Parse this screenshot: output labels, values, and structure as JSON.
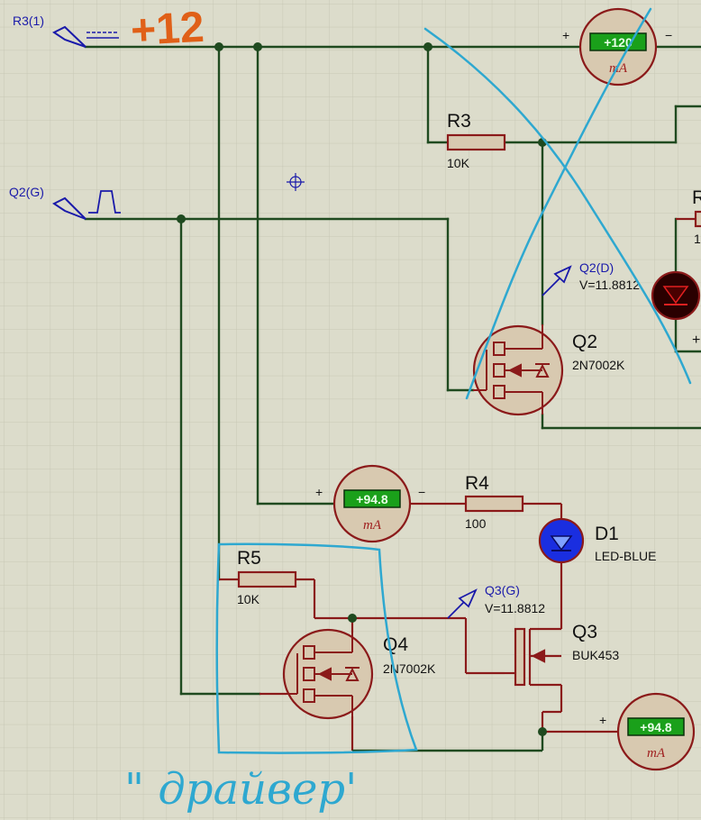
{
  "terminals": {
    "r3": "R3(1)",
    "q2": "Q2(G)"
  },
  "resistors": {
    "r3": {
      "name": "R3",
      "value": "10K"
    },
    "r4": {
      "name": "R4",
      "value": "100"
    },
    "r5": {
      "name": "R5",
      "value": "10K"
    },
    "r_partial": {
      "name": "R",
      "value": "1"
    }
  },
  "transistors": {
    "q2": {
      "name": "Q2",
      "model": "2N7002K"
    },
    "q3": {
      "name": "Q3",
      "model": "BUK453"
    },
    "q4": {
      "name": "Q4",
      "model": "2N7002K"
    }
  },
  "diode": {
    "name": "D1",
    "model": "LED-BLUE"
  },
  "probes": {
    "q2d": {
      "name": "Q2(D)",
      "value": "V=11.8812"
    },
    "q3g": {
      "name": "Q3(G)",
      "value": "V=11.8812"
    }
  },
  "meters": {
    "top": {
      "reading": "+120",
      "unit": "mA",
      "plus": "+",
      "minus": "−"
    },
    "mid": {
      "reading": "+94.8",
      "unit": "mA",
      "plus": "+",
      "minus": "−"
    },
    "bottom": {
      "reading": "+94.8",
      "unit": "mA",
      "plus": "+"
    }
  },
  "partial_plus": "+",
  "handwriting": {
    "top": "+12",
    "bottom": "\" драйвер'"
  },
  "colors": {
    "background": "#dcdccb",
    "grid": "#c9c9b8",
    "wire": "#1f4a1f",
    "component": "#8b1a1a",
    "component_fill": "#d8c9b0",
    "led_blue": "#1a2ee0",
    "led_red": "#2a0000",
    "meter_display": "#1aa01a",
    "ink_blue": "#2ea8d0",
    "ink_orange": "#e06018"
  }
}
